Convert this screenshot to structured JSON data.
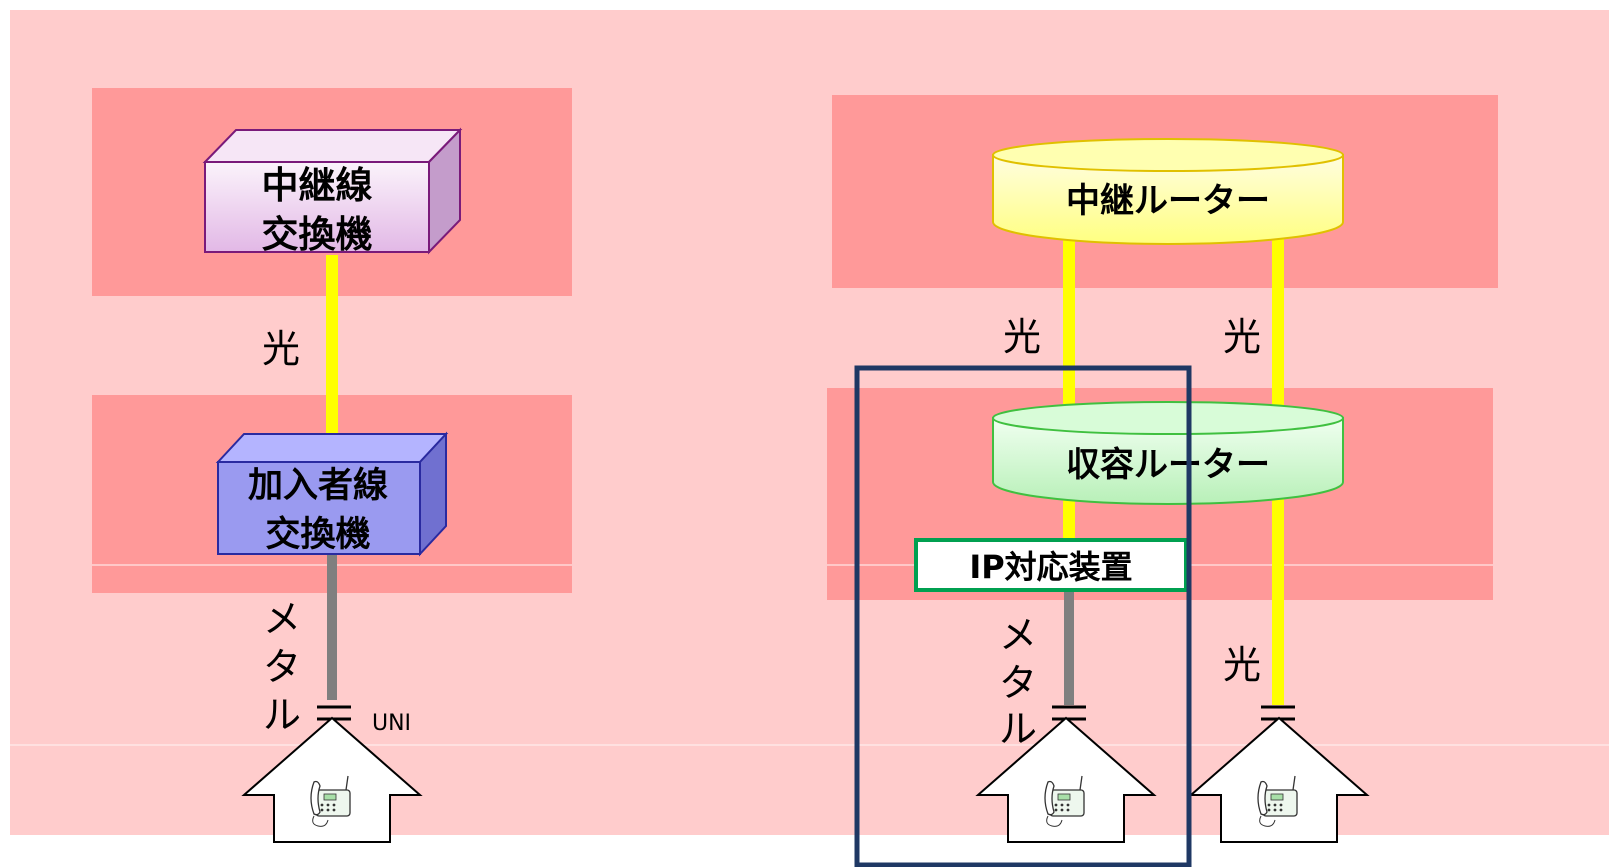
{
  "left": {
    "trunk_switch": [
      "中継線",
      "交換機"
    ],
    "subscriber_switch": [
      "加入者線",
      "交換機"
    ],
    "fiber_label": "光",
    "metal_label": [
      "メ",
      "タ",
      "ル"
    ],
    "uni_label": "UNI"
  },
  "right": {
    "relay_router": "中継ルーター",
    "access_router": "収容ルーター",
    "ip_device": "IP対応装置",
    "fiber_label_1": "光",
    "fiber_label_2": "光",
    "fiber_label_3": "光",
    "metal_label": [
      "メ",
      "タ",
      "ル"
    ]
  },
  "colors": {
    "background": "#ffcccc",
    "band": "#ff9999",
    "fiber": "#ffff00",
    "metal": "#7f7f7f",
    "frame": "#1f3864",
    "ip_device_border": "#00a050"
  },
  "icons": [
    "house-icon",
    "telephone-icon"
  ]
}
